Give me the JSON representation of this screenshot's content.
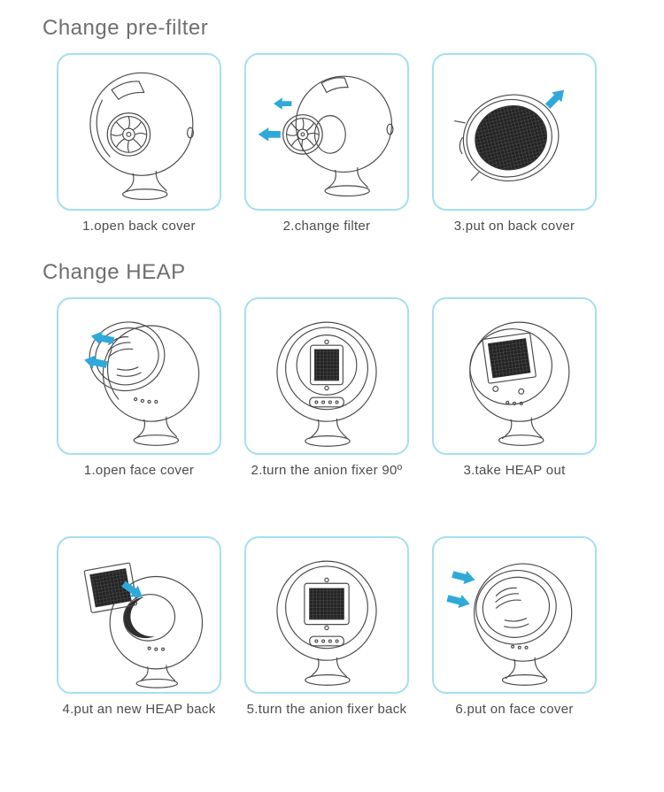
{
  "theme": {
    "panel_border": "#a5dff0",
    "arrow": "#2fa9da",
    "line": "#4a4a4a",
    "title_color": "#6f6f6f",
    "caption_color": "#4c4c4c"
  },
  "sections": [
    {
      "title": "Change pre-filter",
      "steps": [
        {
          "caption": "1.open back cover",
          "illustration": "sphere-back-open-fan"
        },
        {
          "caption": "2.change filter",
          "illustration": "sphere-fan-filter-removed"
        },
        {
          "caption": "3.put on back cover",
          "illustration": "back-cover-disc-mesh"
        }
      ]
    },
    {
      "title": "Change HEAP",
      "steps": [
        {
          "caption": "1.open face cover",
          "illustration": "sphere-face-cover-open"
        },
        {
          "caption": "2.turn the anion fixer 90º",
          "illustration": "sphere-anion-fixer-turned"
        },
        {
          "caption": "3.take HEAP out",
          "illustration": "sphere-heap-exposed"
        },
        {
          "caption": "4.put an new HEAP back",
          "illustration": "heap-panel-inserting"
        },
        {
          "caption": "5.turn the anion fixer back",
          "illustration": "sphere-anion-fixer-front"
        },
        {
          "caption": "6.put on face cover",
          "illustration": "sphere-face-cover-closing"
        }
      ]
    }
  ]
}
